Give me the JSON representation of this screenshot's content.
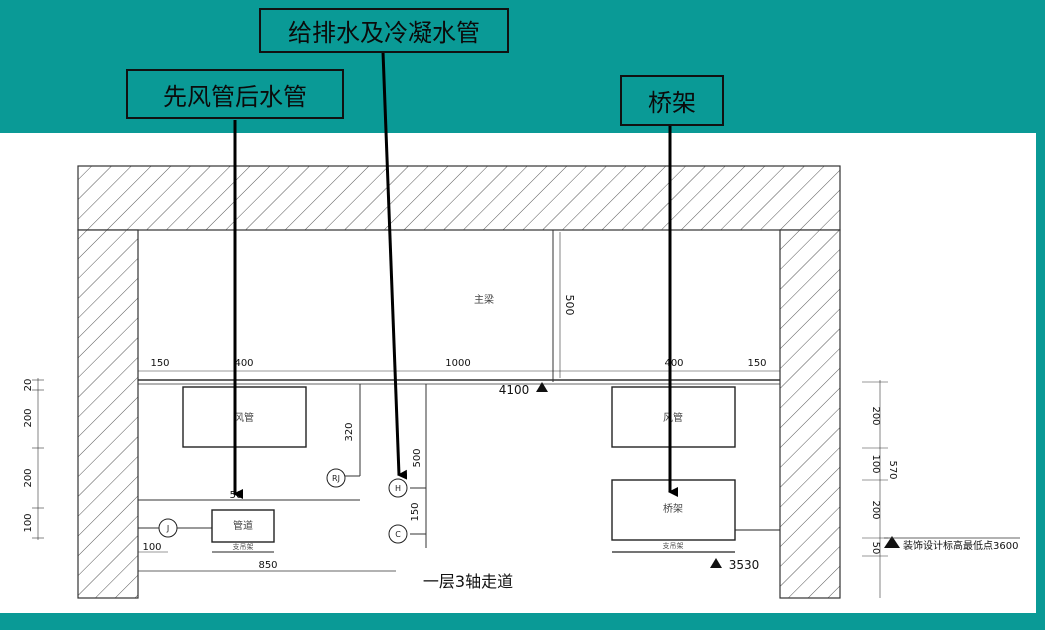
{
  "callouts": {
    "water_pipes": "给排水及冷凝水管",
    "duct_first": "先风管后水管",
    "cable_tray": "桥架"
  },
  "drawing": {
    "beam_label": "主梁",
    "duct_left": "风管",
    "duct_right": "风管",
    "water_main": "管道",
    "cable_tray_box": "桥架",
    "support_left": "支吊架",
    "support_right": "支吊架",
    "bubble_1": "J",
    "bubble_2": "H",
    "bubble_3": "C",
    "bubble_4": "RJ",
    "top_dims": [
      "150",
      "400",
      "1000",
      "400",
      "150"
    ],
    "left_dims": [
      "20",
      "200",
      "200",
      "100"
    ],
    "right_dims": [
      "200",
      "100",
      "200",
      "50"
    ],
    "total_dim": "570",
    "dim_320": "320",
    "dim_500_beam": "500",
    "dim_500_pipe": "500",
    "dim_150": "150",
    "dim_50": "50",
    "dim_100": "100",
    "dim_850": "850",
    "level_4100": "4100",
    "level_3530": "3530",
    "ceiling_note": "装饰设计标高最低点3600",
    "corridor_title": "一层3轴走道"
  }
}
